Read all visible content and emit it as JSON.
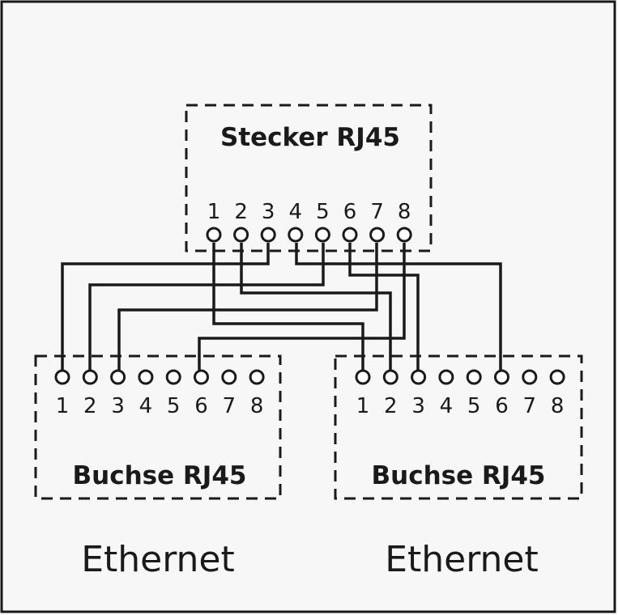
{
  "plug": {
    "label": "Stecker RJ45",
    "pins": [
      "1",
      "2",
      "3",
      "4",
      "5",
      "6",
      "7",
      "8"
    ]
  },
  "socket_left": {
    "label": "Buchse RJ45",
    "pins": [
      "1",
      "2",
      "3",
      "4",
      "5",
      "6",
      "7",
      "8"
    ],
    "footer": "Ethernet"
  },
  "socket_right": {
    "label": "Buchse RJ45",
    "pins": [
      "1",
      "2",
      "3",
      "4",
      "5",
      "6",
      "7",
      "8"
    ],
    "footer": "Ethernet"
  }
}
